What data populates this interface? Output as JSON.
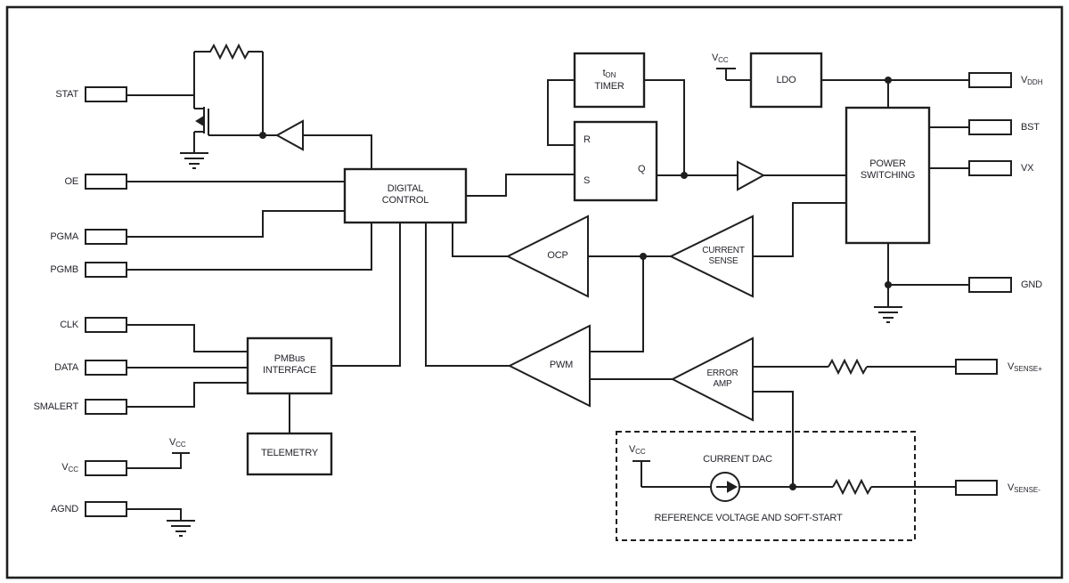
{
  "figure": {
    "background": "#ffffff",
    "line_color": "#1f1f1f",
    "text_color": "#26262e",
    "pins_left": [
      {
        "id": "stat",
        "label": "STAT"
      },
      {
        "id": "oe",
        "label": "OE"
      },
      {
        "id": "pgma",
        "label": "PGMA"
      },
      {
        "id": "pgmb",
        "label": "PGMB"
      },
      {
        "id": "clk",
        "label": "CLK"
      },
      {
        "id": "data",
        "label": "DATA"
      },
      {
        "id": "smalert",
        "label": "SMALERT"
      },
      {
        "id": "vcc",
        "label_main": "V",
        "label_sub": "CC"
      },
      {
        "id": "agnd",
        "label": "AGND"
      }
    ],
    "pins_right": [
      {
        "id": "vddh",
        "label_main": "V",
        "label_sub": "DDH"
      },
      {
        "id": "bst",
        "label": "BST"
      },
      {
        "id": "vx",
        "label": "VX"
      },
      {
        "id": "gnd",
        "label": "GND"
      },
      {
        "id": "vsense_plus",
        "label_main": "V",
        "label_sub": "SENSE+"
      },
      {
        "id": "vsense_minus",
        "label_main": "V",
        "label_sub": "SENSE-"
      }
    ],
    "blocks": {
      "digital_control": {
        "line1": "DIGITAL",
        "line2": "CONTROL"
      },
      "ton_timer": {
        "line1_main": "t",
        "line1_sub": "ON",
        "line2": "TIMER"
      },
      "rs_latch": {
        "r": "R",
        "s": "S",
        "q": "Q"
      },
      "ldo": {
        "label": "LDO"
      },
      "power_switching": {
        "line1": "POWER",
        "line2": "SWITCHING"
      },
      "pmbus_interface": {
        "line1": "PMBus",
        "line2": "INTERFACE"
      },
      "telemetry": {
        "label": "TELEMETRY"
      }
    },
    "amplifiers": {
      "ocp": {
        "label": "OCP"
      },
      "current_sense": {
        "line1": "CURRENT",
        "line2": "SENSE"
      },
      "pwm": {
        "label": "PWM"
      },
      "error_amp": {
        "line1": "ERROR",
        "line2": "AMP"
      }
    },
    "reference_block": {
      "title": "REFERENCE VOLTAGE AND SOFT-START",
      "dac_label": "CURRENT DAC"
    },
    "vcc_rail": {
      "main": "V",
      "sub": "CC"
    }
  }
}
